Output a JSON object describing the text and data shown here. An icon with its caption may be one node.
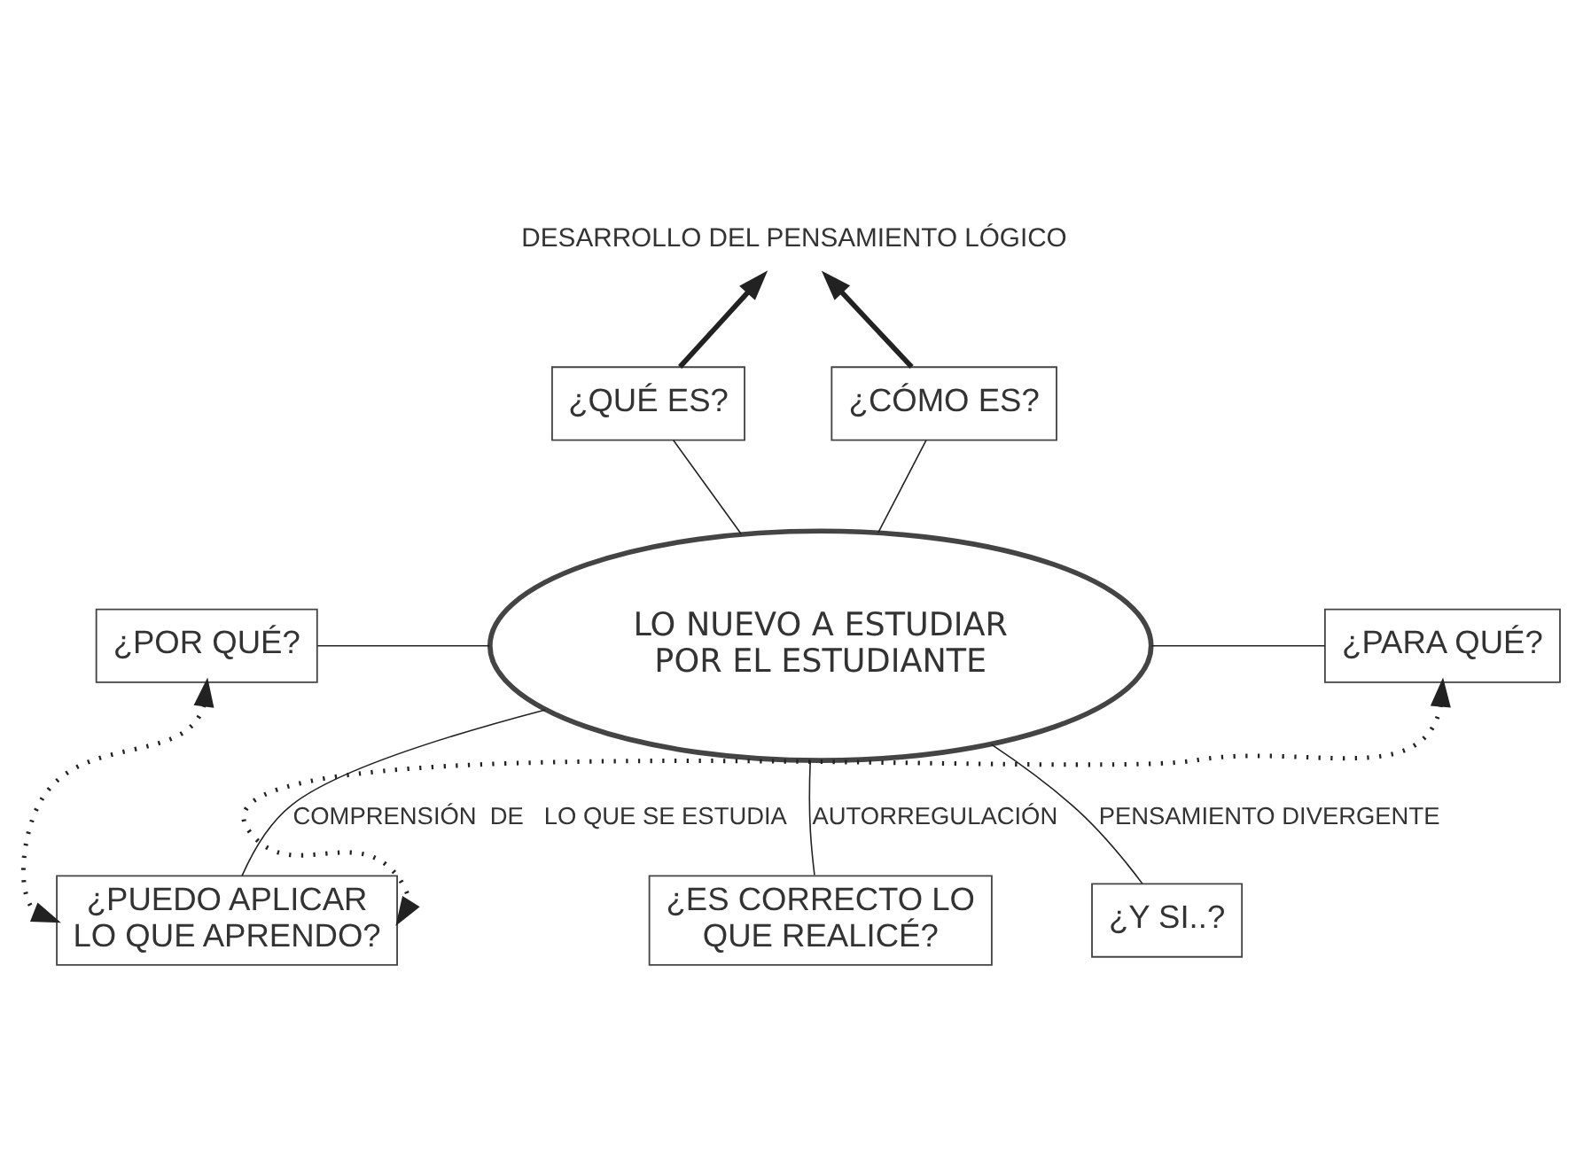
{
  "diagram": {
    "nodes": [
      {
        "text": [
          "¿QUÉ ES?"
        ]
      },
      {
        "text": [
          "DESARROLLO DEL PENSAMIENTO LÓGICO"
        ]
      },
      {
        "text": [
          "¿CÓMO ES?"
        ]
      },
      {
        "text": [
          "¿POR QUÉ?"
        ]
      },
      {
        "text": [
          "LO NUEVO A ESTUDIAR POR EL ESTUDIANTE"
        ]
      },
      {
        "text": [
          "¿PARA QUÉ?"
        ]
      },
      {
        "text": [
          "¿PUEDO APLICAR LO QUE APRENDO?"
        ]
      },
      {
        "text": [
          "¿ES CORRECTO LO QUE REALICÉ?"
        ]
      },
      {
        "text": [
          "¿Y SI..?"
        ]
      }
    ],
    "edges": [
      {
        "from": 0,
        "to": 1,
        "arrow": "to",
        "style": "thick"
      },
      {
        "from": 2,
        "to": 1,
        "arrow": "to",
        "style": "thick"
      },
      {
        "from": 0,
        "to": 4,
        "arrow": "none"
      },
      {
        "from": 2,
        "to": 4,
        "arrow": "none"
      },
      {
        "from": 3,
        "to": 4,
        "arrow": "none"
      },
      {
        "from": 5,
        "to": 4,
        "arrow": "none"
      },
      {
        "from": 4,
        "to": 6,
        "arrow": "none",
        "label": "COMPRENSIÓN  DE   LO QUE SE ESTUDIA"
      },
      {
        "from": 4,
        "to": 7,
        "arrow": "none",
        "label": "AUTORREGULACIÓN"
      },
      {
        "from": 4,
        "to": 8,
        "arrow": "none",
        "label": "PENSAMIENTO DIVERGENTE"
      },
      {
        "from": 3,
        "to": 6,
        "arrow": "both",
        "style": "dashed"
      },
      {
        "from": 5,
        "to": 6,
        "arrow": "both",
        "style": "dashed"
      }
    ]
  }
}
